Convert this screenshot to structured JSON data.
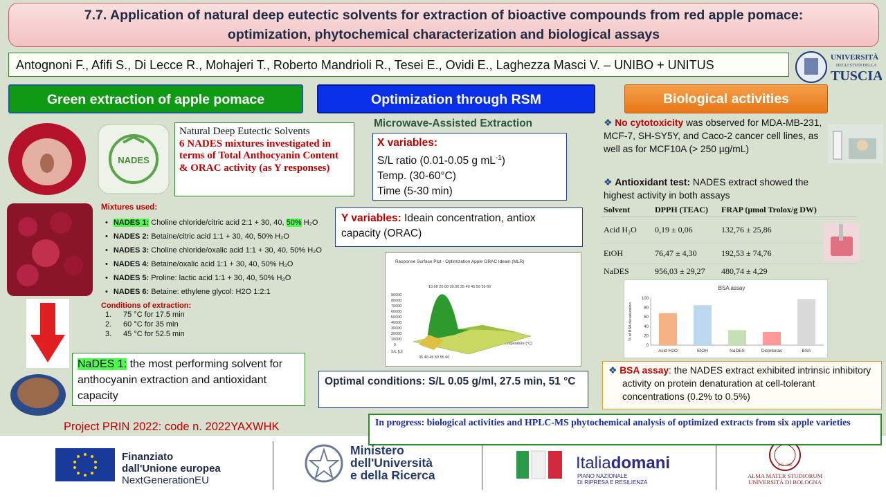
{
  "title": {
    "line1": "7.7. Application of natural deep eutectic solvents for extraction of bioactive compounds from red apple pomace:",
    "line2": "optimization, phytochemical characterization and biological assays"
  },
  "authors": "Antognoni F., Afifi S., Di Lecce R., Mohajeri T., Roberto Mandrioli R., Tesei E., Ovidi E., Laghezza Masci V. – UNIBO + UNITUS",
  "logo_tuscia": {
    "l1": "UNIVERSITÀ",
    "l2": "DEGLI STUDI DELLA",
    "l3": "TUSCIA"
  },
  "sections": {
    "green": "Green extraction of apple pomace",
    "blue": "Optimization through RSM",
    "orange": "Biological activities"
  },
  "nades_icon_label": "NADES",
  "nades_box": {
    "line1": "Natural Deep Eutectic Solvents",
    "line2": "6 NADES mixtures investigated in terms of Total Anthocyanin Content & ORAC activity (as Y responses)"
  },
  "mixtures": {
    "heading": "Mixtures used:",
    "items": [
      {
        "name": "NADES 1:",
        "desc": " Choline chloride/citric acid 2:1 + 30, 40, ",
        "hl": "50%",
        "tail": " H₂O"
      },
      {
        "name": "NADES 2:",
        "desc": " Betaine/citric acid 1:1 + 30, 40, 50% H₂O"
      },
      {
        "name": "NADES 3:",
        "desc": " Choline chloride/oxalic acid 1:1 + 30, 40, 50% H₂O"
      },
      {
        "name": "NADES 4:",
        "desc": " Betaine/oxalic acid 1:1 + 30, 40, 50% H₂O"
      },
      {
        "name": "NADES 5:",
        "desc": " Proline: lactic acid 1:1  + 30, 40, 50% H₂O"
      },
      {
        "name": "NADES 6:",
        "desc": " Betaine: ethylene glycol: H2O 1:2:1"
      }
    ],
    "conditions_heading": "Conditions of extraction:",
    "conditions": [
      {
        "n": "1.",
        "text": "75 °C for 17.5 min"
      },
      {
        "n": "2.",
        "text": "60 °C for 35 min"
      },
      {
        "n": "3.",
        "text": "45 °C for 52.5 min"
      }
    ]
  },
  "best": {
    "hl": "NaDES 1:",
    "text": " the most performing solvent for anthocyanin extraction and antioxidant capacity"
  },
  "mae_label": "Microwave-Assisted Extraction",
  "x_vars": {
    "heading": "X variables:",
    "l1": "S/L ratio (0.01-0.05 g mL",
    "l1_sup": "-1",
    "l1_end": ")",
    "l2": "Temp. (30-60°C)",
    "l3": "Time (5-30 min)"
  },
  "y_vars": {
    "heading": "Y variables:",
    "text": " Ideain concentration, antiox capacity (ORAC)"
  },
  "rsm_plot": {
    "title": "Response Surface Plot - Optimization Apple ORAC Ideain (MLR)",
    "y_ticks": [
      "90000",
      "80000",
      "70000",
      "60000",
      "50000",
      "40000",
      "30000",
      "20000",
      "10000",
      "0"
    ],
    "top_ticks": "10.00 20.00 30.00 35 40 45 50 55 60",
    "x_left_label": "S/L [U]",
    "x_bottom_ticks": "35 40 45 50 55 60",
    "x_right_label": "Temperature [°C]"
  },
  "optimal": "Optimal conditions: S/L 0.05 g/ml, 27.5 min, 51 °C",
  "cytotoxicity": {
    "bullet": "❖",
    "red": "No cytotoxicity",
    "text": " was observed for MDA-MB-231, MCF-7, SH-SY5Y, and Caco-2 cancer cell lines, as well as for MCF10A (> 250 µg/mL)"
  },
  "antioxidant": {
    "bullet": "❖",
    "bold": "Antioxidant test:",
    "text": " NADES extract showed the highest activity in both assays"
  },
  "table": {
    "headers": [
      "Solvent",
      "DPPH (TEAC)",
      "FRAP  (µmol Trolox/g DW)"
    ],
    "rows": [
      [
        "Acid H₂O",
        "0,19 ± 0,06",
        "132,76 ± 25,86"
      ],
      [
        "EtOH",
        "76,47 ± 4,30",
        "192,53 ± 74,76"
      ],
      [
        "NaDES",
        "956,03 ± 29,27",
        "480,74 ± 4,29"
      ]
    ]
  },
  "chart_data": {
    "type": "bar",
    "title": "BSA assay",
    "ylabel": "% of BSA denaturation",
    "categories": [
      "Acid H2O",
      "EtOH",
      "NaDES",
      "Diclofenac",
      "BSA"
    ],
    "values": [
      68,
      85,
      32,
      28,
      98
    ],
    "ylim": [
      0,
      100
    ],
    "yticks": [
      "0",
      "20",
      "40",
      "60",
      "80",
      "100"
    ],
    "colors": [
      "#f4b183",
      "#bdd7ee",
      "#c5e0b4",
      "#ff9999",
      "#d9d9d9"
    ]
  },
  "bsa_text": {
    "bullet": "❖",
    "red": "BSA assay",
    "text": ": the NADES extract exhibited intrinsic inhibitory activity on protein denaturation at cell-tolerant concentrations (0.2% to 0.5%)"
  },
  "prin": "Project PRIN 2022: code n.  2022YAXWHK",
  "progress": "In progress: biological activities and HPLC-MS phytochemical analysis of optimized extracts from six apple varieties",
  "footer": {
    "eu_l1": "Finanziato",
    "eu_l2": "dall'Unione europea",
    "eu_l3": "NextGenerationEU",
    "mur_l1": "Ministero",
    "mur_l2": "dell'Università",
    "mur_l3": "e della Ricerca",
    "italia_a": "Italia",
    "italia_b": "domani",
    "italia_sub1": "PIANO NAZIONALE",
    "italia_sub2": "DI RIPRESA E RESILIENZA",
    "unibo_l1": "ALMA MATER STUDIORUM",
    "unibo_l2": "UNIVERSITÀ DI BOLOGNA",
    "unibo_seal": "A.D. 1088"
  },
  "colors": {
    "green_head": "#0f9a14",
    "blue_head": "#0a2fe8",
    "orange_head": "#e87818",
    "accent_red": "#c00000",
    "highlight": "#4cff4c"
  }
}
